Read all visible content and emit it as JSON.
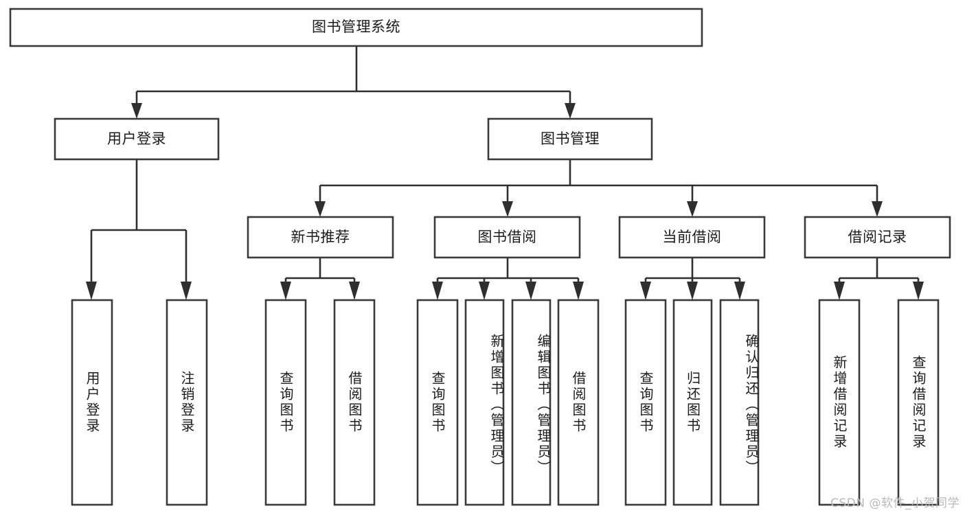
{
  "diagram": {
    "title": "图书管理系统",
    "type": "hierarchy-tree",
    "watermark": "CSDN @软件_小贺同学",
    "root": {
      "label": "图书管理系统"
    },
    "level2": [
      {
        "label": "用户登录"
      },
      {
        "label": "图书管理"
      }
    ],
    "level3": [
      {
        "label": "新书推荐"
      },
      {
        "label": "图书借阅"
      },
      {
        "label": "当前借阅"
      },
      {
        "label": "借阅记录"
      }
    ],
    "leaves": {
      "user_login": [
        {
          "label": "用户登录"
        },
        {
          "label": "注销登录"
        }
      ],
      "new_book_recommend": [
        {
          "label": "查询图书"
        },
        {
          "label": "借阅图书"
        }
      ],
      "book_borrow": [
        {
          "label": "查询图书"
        },
        {
          "label": "新增图书（管理员）"
        },
        {
          "label": "编辑图书（管理员）"
        },
        {
          "label": "借阅图书"
        }
      ],
      "current_borrow": [
        {
          "label": "查询图书"
        },
        {
          "label": "归还图书"
        },
        {
          "label": "确认归还（管理员）"
        }
      ],
      "borrow_record": [
        {
          "label": "新增借阅记录"
        },
        {
          "label": "查询借阅记录"
        }
      ]
    },
    "colors": {
      "box_stroke": "#3a3a3a",
      "connector": "#2f2f2f",
      "box_fill": "#ffffff",
      "text": "#1b1b1b",
      "watermark": "#b9b9b9",
      "background": "#ffffff"
    }
  }
}
